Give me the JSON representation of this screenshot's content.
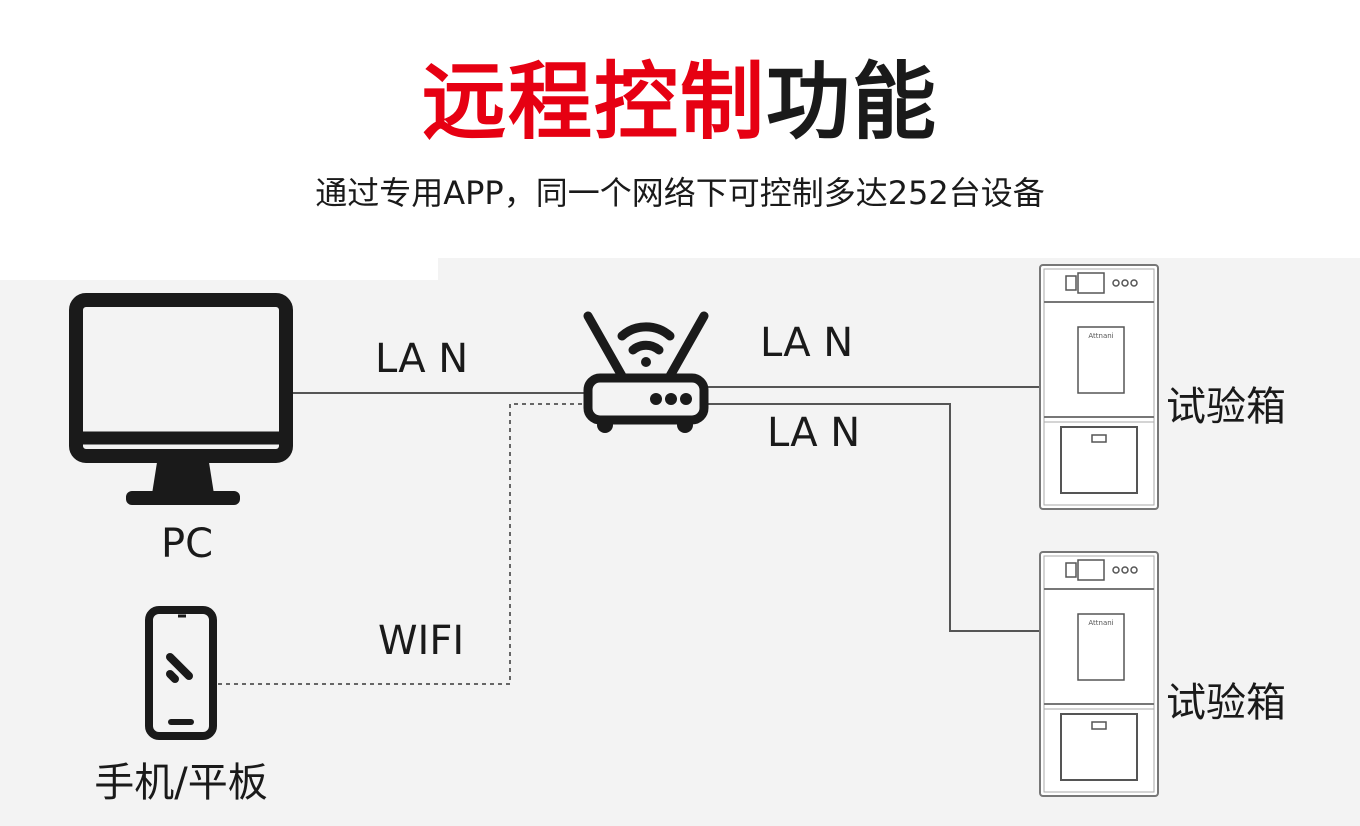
{
  "title": {
    "red_part": "远程控制",
    "black_part": "功能"
  },
  "subtitle": "通过专用APP，同一个网络下可控制多达252台设备",
  "devices": {
    "pc_label": "PC",
    "mobile_label": "手机/平板",
    "chamber_label_top": "试验箱",
    "chamber_label_bottom": "试验箱",
    "chamber_brand": "Attnani"
  },
  "links": {
    "pc_router": "LA N",
    "router_chamber_top": "LA N",
    "router_chamber_bottom": "LA N",
    "mobile_router": "WIFI"
  },
  "colors": {
    "accent": "#e60012",
    "text": "#1a1a1a",
    "diagram_bg": "#f3f3f3"
  },
  "icons": [
    "monitor-icon",
    "smartphone-icon",
    "wifi-router-icon",
    "test-chamber-icon"
  ]
}
